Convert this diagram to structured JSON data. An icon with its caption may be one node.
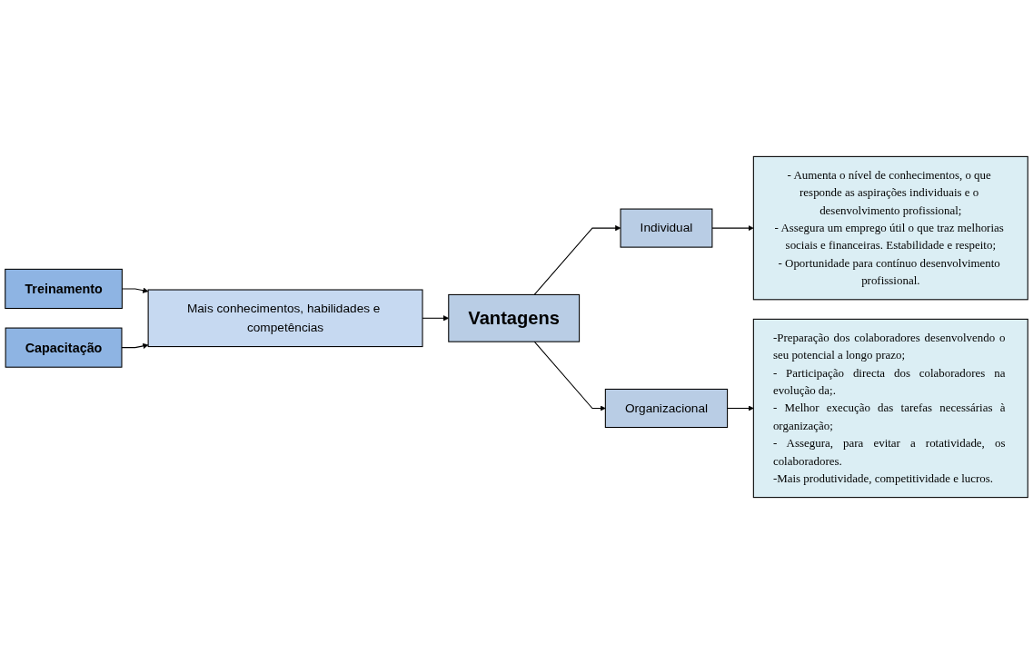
{
  "diagram": {
    "nodes": [
      {
        "text": [
          "Treinamento"
        ]
      },
      {
        "text": [
          "Capacitação"
        ]
      },
      {
        "text": [
          "Mais conhecimentos, habilidades e competências"
        ]
      },
      {
        "text": [
          "Vantagens"
        ]
      },
      {
        "text": [
          "Individual"
        ]
      },
      {
        "text": [
          "- Aumenta o nível de conhecimentos, o que responde as aspirações individuais e o desenvolvimento profissional;",
          "- Assegura um emprego útil o que traz melhorias sociais e financeiras. Estabilidade e respeito;",
          "- Oportunidade para contínuo desenvolvimento profissional."
        ]
      },
      {
        "text": [
          "Organizacional"
        ]
      },
      {
        "text": [
          "-Preparação dos colaboradores desenvolvendo o seu potencial a longo prazo;",
          "- Participação directa dos colaboradores na evolução da;.",
          "- Melhor execução das tarefas necessárias à organização;",
          "- Assegura, para evitar a rotatividade, os colaboradores.",
          "-Mais produtividade, competitividade e lucros."
        ]
      }
    ],
    "edges": [
      {
        "from": 0,
        "to": 2,
        "arrow": "to"
      },
      {
        "from": 1,
        "to": 2,
        "arrow": "to"
      },
      {
        "from": 2,
        "to": 3,
        "arrow": "to"
      },
      {
        "from": 3,
        "to": 4,
        "arrow": "to"
      },
      {
        "from": 3,
        "to": 6,
        "arrow": "to"
      },
      {
        "from": 4,
        "to": 5,
        "arrow": "to"
      },
      {
        "from": 6,
        "to": 7,
        "arrow": "to"
      }
    ]
  }
}
